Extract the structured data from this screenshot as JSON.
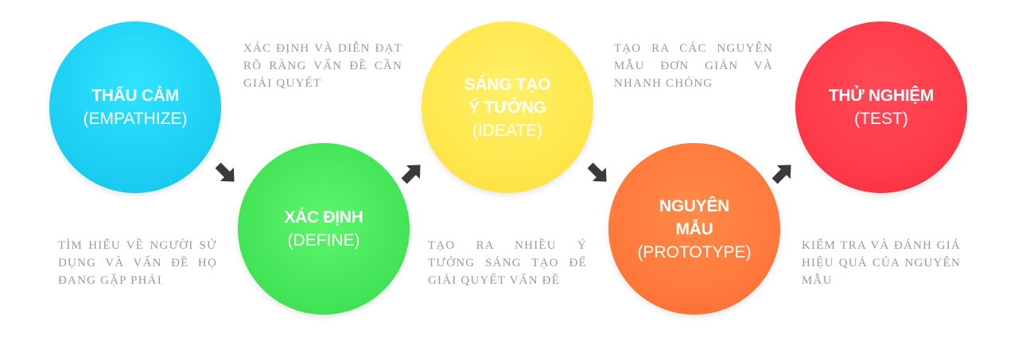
{
  "steps": [
    {
      "title": "THẤU CẢM",
      "subtitle": "(EMPATHIZE)",
      "description": "TÌM HIỂU VỀ NGƯỜI SỬ DỤNG VÀ VẤN ĐỀ HỌ ĐANG GẶP PHẢI",
      "color": "#1fd2f4"
    },
    {
      "title": "XÁC ĐỊNH",
      "subtitle": "(DEFINE)",
      "description": "XÁC ĐỊNH VÀ DIỄN ĐẠT RÕ RÀNG VẤN ĐỀ CẦN GIẢI QUYẾT",
      "color": "#46e659"
    },
    {
      "title_line1": "SÁNG TẠO",
      "title_line2": "Ý TƯỞNG",
      "subtitle": "(IDEATE)",
      "description": "TẠO RA NHIỀU Ý TƯỞNG SÁNG TẠO ĐỂ GIẢI QUYẾT VẤN ĐỀ",
      "color": "#ffe84d"
    },
    {
      "title_line1": "NGUYÊN",
      "title_line2": "MẪU",
      "subtitle": "(PROTOTYPE)",
      "description": "TẠO RA CÁC NGUYÊN MẪU ĐƠN GIẢN VÀ NHANH CHÓNG",
      "color": "#ff7a3c"
    },
    {
      "title": "THỬ NGHIỆM",
      "subtitle": "(TEST)",
      "description": "KIỂM TRA VÀ ĐÁNH GIÁ HIỆU QUẢ CỦA NGUYÊN MẪU",
      "color": "#ff3b4a"
    }
  ],
  "arrow_color": "#3a3a3a",
  "arrow_icon": "arrow-icon"
}
